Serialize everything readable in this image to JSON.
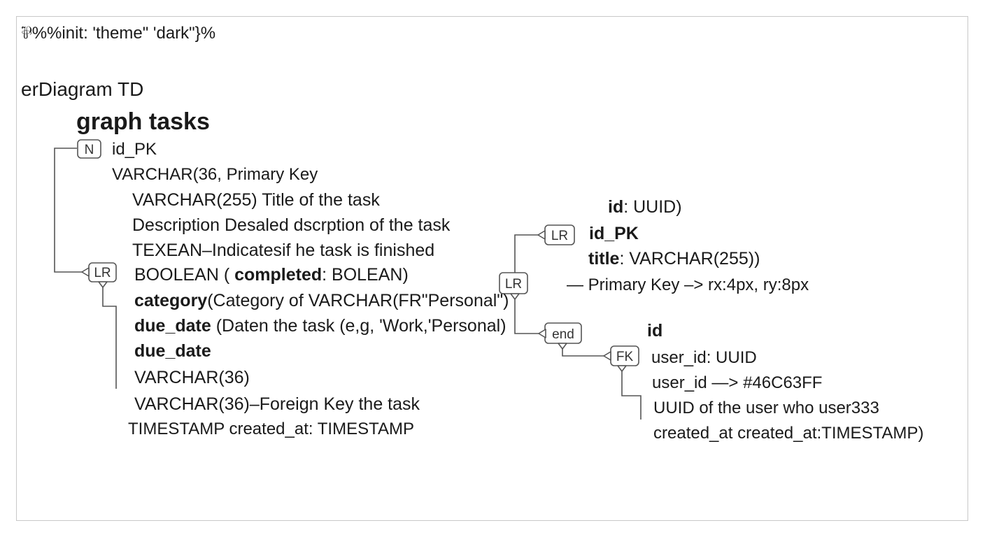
{
  "init_line": "⅌%%init:  'theme\"  'dark\"}%",
  "diagram_decl": "erDiagram TD",
  "graph_title": "graph tasks",
  "left_lines": [
    {
      "text": "id_PK"
    },
    {
      "text": "VARCHAR(36, Primary Key"
    },
    {
      "text": "VARCHAR(255) Title of the task"
    },
    {
      "text": "Description Desaled dscrption of the task"
    },
    {
      "text": "TEXEAN–Indicatesif he task is finished"
    },
    {
      "pre": "BOOLEAN ( ",
      "bold": "completed",
      "post": ": BOLEAN)"
    },
    {
      "bold": "category",
      "post": "(Category of VARCHAR(FR\"Personal\")"
    },
    {
      "bold": "due_date",
      "post": " (Daten the task (e,g, 'Work,'Personal)"
    },
    {
      "bold": "due_date"
    },
    {
      "text": "VARCHAR(36)"
    },
    {
      "text": "VARCHAR(36)–Foreign Key the task"
    },
    {
      "text": "TIMESTAMP created_at: TIMESTAMP"
    }
  ],
  "right_top_lines": [
    {
      "bold": "id",
      "post": ": UUID)"
    },
    {
      "bold": "id_PK"
    },
    {
      "bold": "title",
      "post": ": VARCHAR(255))"
    },
    {
      "text": "— Primary Key –> rx:4px, ry:8px"
    }
  ],
  "right_bottom_lines": [
    {
      "bold": "id"
    },
    {
      "text": "user_id: UUID"
    },
    {
      "text": "user_id —> #46C63FF"
    },
    {
      "text": "UUID of the user who user333"
    },
    {
      "text": "created_at created_at:TIMESTAMP)"
    }
  ],
  "nodes": {
    "n_m": "N",
    "n_lr1": "LR",
    "n_lr2": "LR",
    "n_lr3": "LR",
    "n_end": "end",
    "n_fk": "FK"
  },
  "colors": {
    "line": "#555555",
    "text": "#1a1a1a",
    "frame": "#c8c8c8"
  }
}
